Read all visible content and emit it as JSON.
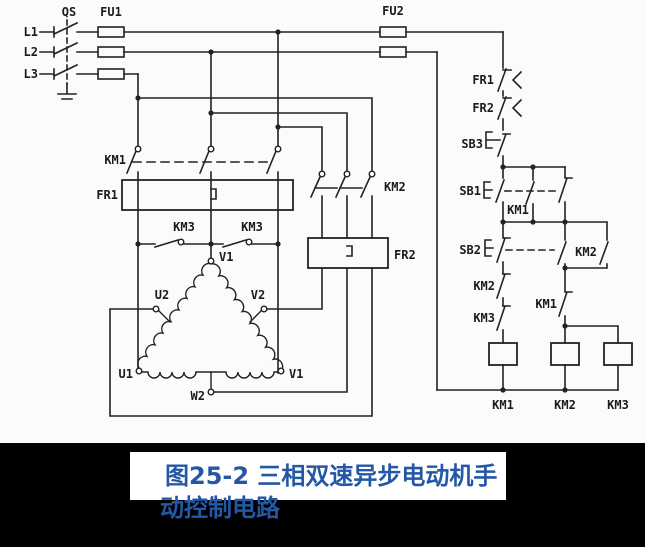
{
  "caption": {
    "line1": "图25-2  三相双速异步电动机手",
    "line2": "动控制电路",
    "text_color": "#2457a5",
    "background": "#000000",
    "highlight": "#ffffff"
  },
  "schematic": {
    "background": "#fbfbf9",
    "line_color": "#222222",
    "supply_lines": {
      "l1": "L1",
      "l2": "L2",
      "l3": "L3"
    },
    "switch": {
      "qs": "QS"
    },
    "fuses": {
      "fu1": "FU1",
      "fu2": "FU2"
    },
    "main_circuit": {
      "km1": "KM1",
      "fr1": "FR1",
      "km3_left": "KM3",
      "km3_right": "KM3",
      "km2": "KM2",
      "fr2": "FR2"
    },
    "motor_terminals": {
      "v1_top": "V1",
      "u2": "U2",
      "v2": "V2",
      "u1": "U1",
      "w1": "V1",
      "w2": "W2"
    },
    "control_circuit": {
      "fr1": "FR1",
      "fr2": "FR2",
      "sb3": "SB3",
      "sb1": "SB1",
      "km1_aux": "KM1",
      "sb2": "SB2",
      "km2_aux": "KM2",
      "km2_interlock": "KM2",
      "km3_interlock": "KM3",
      "km1_interlock": "KM1"
    },
    "coils": {
      "km1": "KM1",
      "km2": "KM2",
      "km3": "KM3"
    }
  }
}
